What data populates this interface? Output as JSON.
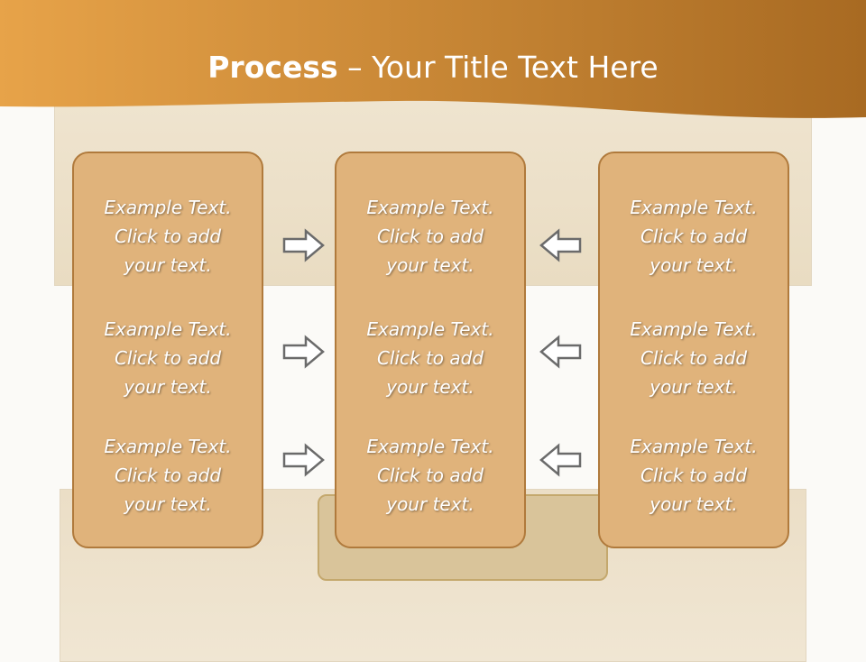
{
  "header": {
    "title_bold": "Process",
    "title_rest": " – Your Title Text Here",
    "gradient_start": "#e7a349",
    "gradient_end": "#a86a22"
  },
  "colors": {
    "box_fill": "#e0b37b",
    "box_border": "#b07a3c",
    "arrow_stroke": "#6b6b6b",
    "arrow_fill": "#ffffff"
  },
  "columns": [
    {
      "name": "left",
      "items": [
        {
          "line1": "Example Text.",
          "line2": "Click  to add",
          "line3": "your text."
        },
        {
          "line1": "Example Text.",
          "line2": "Click  to add",
          "line3": "your text."
        },
        {
          "line1": "Example Text.",
          "line2": "Click  to add",
          "line3": "your text."
        }
      ]
    },
    {
      "name": "center",
      "items": [
        {
          "line1": "Example Text.",
          "line2": "Click  to add",
          "line3": "your text."
        },
        {
          "line1": "Example Text.",
          "line2": "Click  to add",
          "line3": "your text."
        },
        {
          "line1": "Example Text.",
          "line2": "Click  to add",
          "line3": "your text."
        }
      ]
    },
    {
      "name": "right",
      "items": [
        {
          "line1": "Example Text.",
          "line2": "Click  to add",
          "line3": "your text."
        },
        {
          "line1": "Example Text.",
          "line2": "Click  to add",
          "line3": "your text."
        },
        {
          "line1": "Example Text.",
          "line2": "Click  to add",
          "line3": "your text."
        }
      ]
    }
  ],
  "arrows": {
    "left_column": "right-arrow-icon",
    "right_column": "left-arrow-icon"
  }
}
